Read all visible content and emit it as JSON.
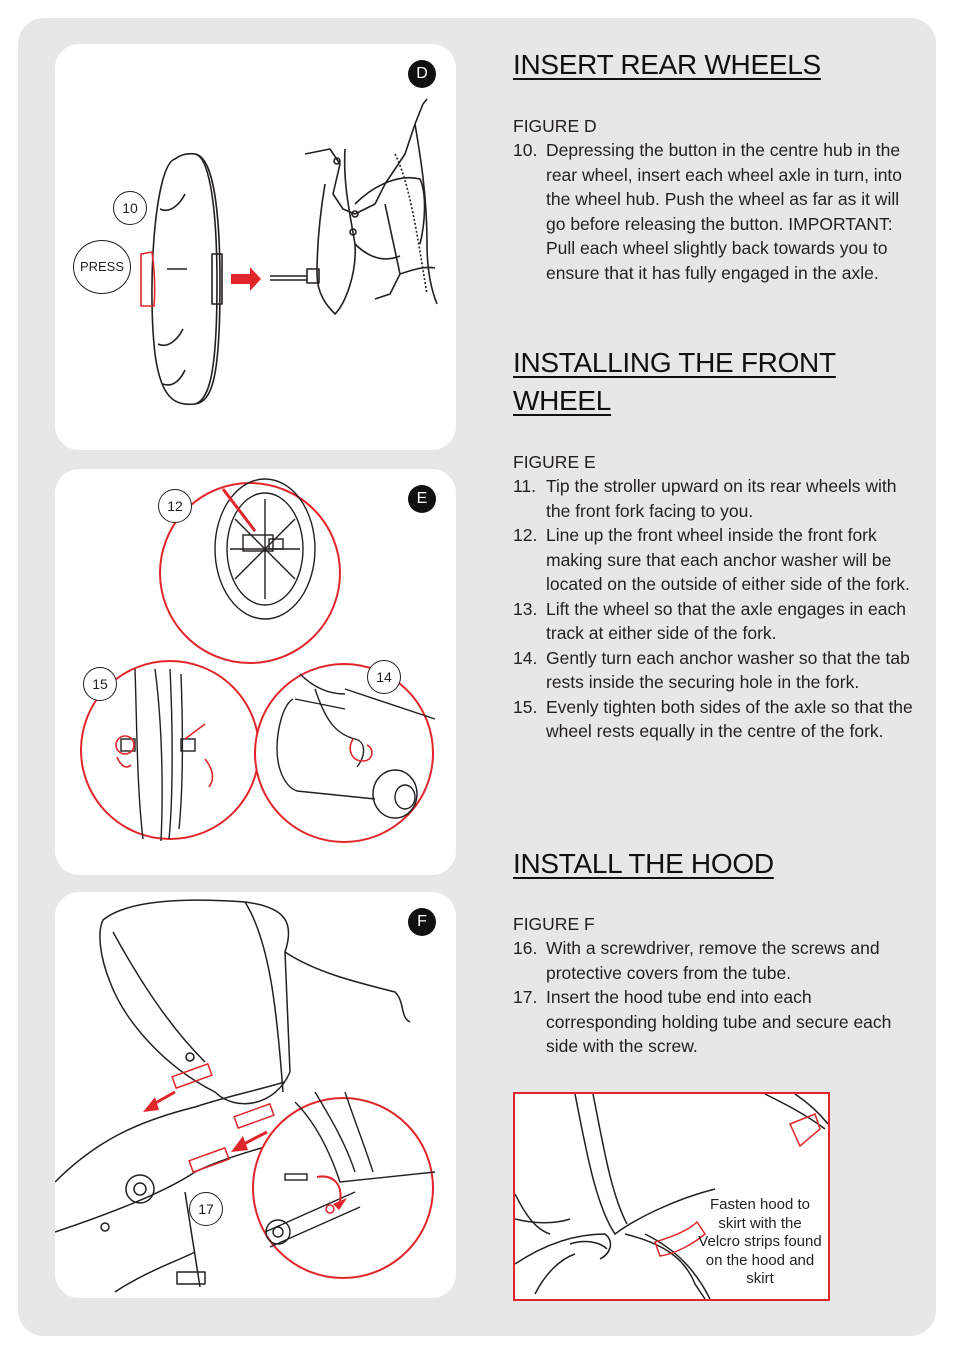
{
  "figures": {
    "d": {
      "badge": "D",
      "callout_step": "10",
      "callout_press": "PRESS"
    },
    "e": {
      "badge": "E",
      "callout_12": "12",
      "callout_14": "14",
      "callout_15": "15"
    },
    "f": {
      "badge": "F",
      "callout_17": "17"
    }
  },
  "sections": [
    {
      "title": "INSERT REAR WHEELS",
      "figure_label": "FIGURE D",
      "steps": [
        {
          "num": "10.",
          "text": "Depressing the button in the centre hub in the rear wheel, insert each wheel axle in turn, into the wheel hub. Push the wheel as far as it will go before releasing the button. IMPORTANT: Pull each wheel slightly back towards you to ensure that it has fully engaged in the axle."
        }
      ]
    },
    {
      "title": "INSTALLING THE FRONT WHEEL",
      "figure_label": "FIGURE E",
      "steps": [
        {
          "num": "11.",
          "text": "Tip the stroller upward on its rear wheels with the front fork facing to you."
        },
        {
          "num": "12.",
          "text": "Line up the front wheel inside the front fork making sure that each anchor washer will be located on the outside of either side of the fork."
        },
        {
          "num": "13.",
          "text": "Lift the wheel so that the axle engages in each track at either side of the fork."
        },
        {
          "num": "14.",
          "text": "Gently turn each anchor washer so that the tab rests inside the securing hole in the fork."
        },
        {
          "num": "15.",
          "text": "Evenly tighten both sides of the axle so that the wheel rests equally in the centre of the fork."
        }
      ]
    },
    {
      "title": "INSTALL THE HOOD",
      "figure_label": "FIGURE F",
      "steps": [
        {
          "num": "16.",
          "text": "With a screwdriver, remove the screws and protective covers from the tube."
        },
        {
          "num": "17.",
          "text": "Insert the hood tube end into each corresponding holding tube and secure each side with the screw."
        }
      ]
    }
  ],
  "inset": {
    "caption": "Fasten hood to skirt with the Velcro strips found on the hood and skirt"
  },
  "colors": {
    "accent": "#e1262b",
    "panel_bg": "#e7e7e8",
    "ink": "#231f20"
  }
}
